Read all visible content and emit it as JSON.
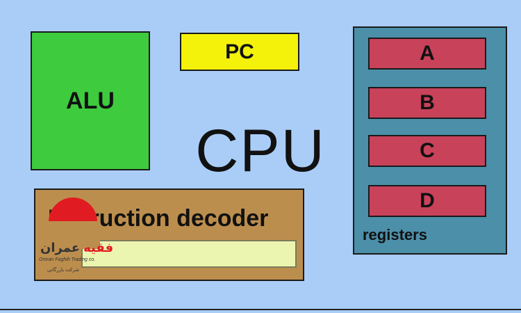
{
  "blocks": {
    "alu": "ALU",
    "pc": "PC",
    "cpu": "CPU",
    "decoder": "Instruction decoder",
    "registers_label": "registers"
  },
  "registers": [
    "A",
    "B",
    "C",
    "D"
  ],
  "watermark": {
    "arabic_red": "فقیه",
    "arabic_dark": "عمران",
    "english": "Omran Faghih Trading co.",
    "tagline": "شرکت بازرگانی"
  },
  "colors": {
    "background": "#a9cdf6",
    "alu": "#3ecb3e",
    "pc": "#f4f20a",
    "registers_panel": "#4c8fa9",
    "register": "#c8425a",
    "decoder": "#bc8e4e",
    "decoder_field": "#ecf5b0"
  }
}
